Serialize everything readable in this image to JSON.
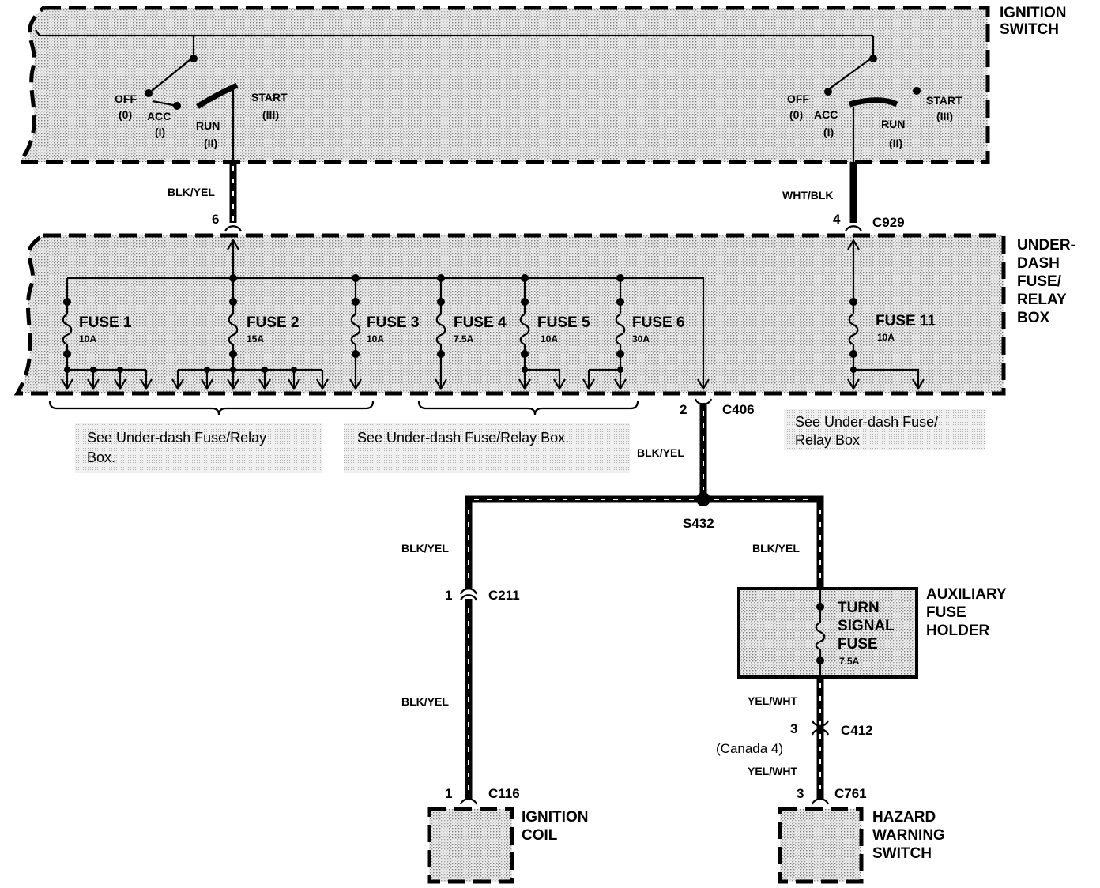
{
  "ignition_switch": {
    "title_line1": "IGNITION",
    "title_line2": "SWITCH",
    "left_positions": {
      "off": "OFF",
      "off_num": "(0)",
      "acc": "ACC",
      "acc_num": "(I)",
      "run": "RUN",
      "run_num": "(II)",
      "start": "START",
      "start_num": "(III)"
    },
    "right_positions": {
      "off": "OFF",
      "off_num": "(0)",
      "acc": "ACC",
      "acc_num": "(I)",
      "run": "RUN",
      "run_num": "(II)",
      "start": "START",
      "start_num": "(III)"
    }
  },
  "wires": {
    "left_switch_wire": "BLK/YEL",
    "right_switch_wire": "WHT/BLK",
    "c406_out": "BLK/YEL",
    "to_c211": "BLK/YEL",
    "to_aux": "BLK/YEL",
    "c211_to_c116": "BLK/YEL",
    "aux_out": "YEL/WHT",
    "c412_to_c761": "YEL/WHT"
  },
  "connectors": {
    "pin6": "6",
    "pin4": "4",
    "c929": "C929",
    "pin2": "2",
    "c406": "C406",
    "s432": "S432",
    "c211_pin": "1",
    "c211": "C211",
    "c116_pin": "1",
    "c116": "C116",
    "c412_pin": "3",
    "c412": "C412",
    "c412_canada": "(Canada 4)",
    "c761_pin": "3",
    "c761": "C761"
  },
  "fuse_box": {
    "title_line1": "UNDER-",
    "title_line2": "DASH",
    "title_line3": "FUSE/",
    "title_line4": "RELAY",
    "title_line5": "BOX",
    "fuses": [
      {
        "name": "FUSE 1",
        "rating": "10A"
      },
      {
        "name": "FUSE 2",
        "rating": "15A"
      },
      {
        "name": "FUSE 3",
        "rating": "10A"
      },
      {
        "name": "FUSE 4",
        "rating": "7.5A"
      },
      {
        "name": "FUSE 5",
        "rating": "10A"
      },
      {
        "name": "FUSE 6",
        "rating": "30A"
      },
      {
        "name": "FUSE 11",
        "rating": "10A"
      }
    ]
  },
  "notes": {
    "left_line1": "See Under-dash Fuse/Relay",
    "left_line2": "Box.",
    "middle": "See Under-dash Fuse/Relay Box.",
    "right_line1": "See Under-dash Fuse/",
    "right_line2": "Relay Box"
  },
  "aux_fuse_holder": {
    "title_line1": "AUXILIARY",
    "title_line2": "FUSE",
    "title_line3": "HOLDER",
    "fuse_line1": "TURN",
    "fuse_line2": "SIGNAL",
    "fuse_line3": "FUSE",
    "rating": "7.5A"
  },
  "components": {
    "ignition_coil_line1": "IGNITION",
    "ignition_coil_line2": "COIL",
    "hazard_line1": "HAZARD",
    "hazard_line2": "WARNING",
    "hazard_line3": "SWITCH"
  }
}
